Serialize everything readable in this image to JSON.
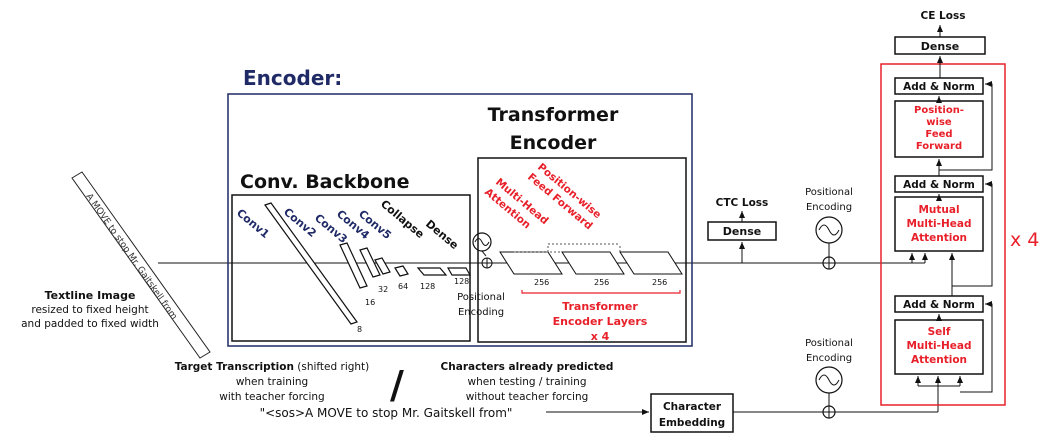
{
  "colors": {
    "navy": "#1f2a66",
    "red": "#e8202a",
    "black": "#111111",
    "paper": "#ffffff"
  },
  "encoder": {
    "title": "Encoder:",
    "conv_backbone": {
      "title": "Conv. Backbone",
      "layers": [
        "Conv1",
        "Conv2",
        "Conv3",
        "Conv4",
        "Conv5"
      ],
      "collapse": "Collapse",
      "dense": "Dense",
      "dims": [
        "8",
        "16",
        "32",
        "64",
        "128",
        "128"
      ]
    },
    "transformer": {
      "title_line1": "Transformer",
      "title_line2": "Encoder",
      "mha_line1": "Multi-Head",
      "mha_line2": "Attention",
      "ff_line1": "Position-wise",
      "ff_line2": "Feed Forward",
      "dims": [
        "256",
        "256",
        "256"
      ],
      "layers_line1": "Transformer",
      "layers_line2": "Encoder Layers",
      "layers_line3": "x 4"
    },
    "pos_enc_line1": "Positional",
    "pos_enc_line2": "Encoding"
  },
  "input": {
    "title": "Textline Image",
    "line1": "resized to fixed height",
    "line2": "and padded to fixed width",
    "handwriting": "A MOVE to stop Mr. Gaitskell from"
  },
  "ctc": {
    "loss": "CTC Loss",
    "dense": "Dense"
  },
  "decoder": {
    "pos_enc_top_line1": "Positional",
    "pos_enc_top_line2": "Encoding",
    "pos_enc_bottom_line1": "Positional",
    "pos_enc_bottom_line2": "Encoding",
    "ce_loss": "CE Loss",
    "dense": "Dense",
    "add_norm": "Add & Norm",
    "ff_line1": "Position-",
    "ff_line2": "wise",
    "ff_line3": "Feed",
    "ff_line4": "Forward",
    "mutual_line1": "Mutual",
    "mutual_line2": "Multi-Head",
    "mutual_line3": "Attention",
    "self_line1": "Self",
    "self_line2": "Multi-Head",
    "self_line3": "Attention",
    "repeat": "x 4",
    "char_emb_line1": "Character",
    "char_emb_line2": "Embedding"
  },
  "target": {
    "title_bold": "Target Transcription",
    "title_rest": " (shifted right)",
    "line2": "when training",
    "line3": "with teacher forcing",
    "slash": "/",
    "pred_title": "Characters already predicted",
    "pred_line2": "when testing / training",
    "pred_line3": "without teacher forcing",
    "sequence": "\"<sos>A MOVE to stop Mr. Gaitskell from\""
  }
}
